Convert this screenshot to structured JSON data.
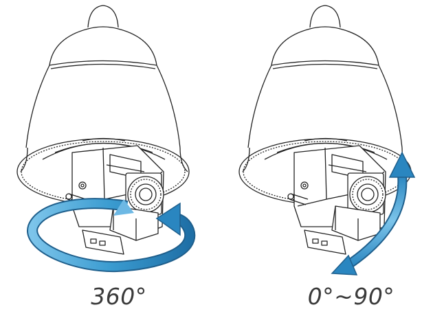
{
  "panels": [
    {
      "caption": "360°",
      "motion": "pan-rotation",
      "arrow_color": "#2f8fc4"
    },
    {
      "caption": "0°~90°",
      "motion": "tilt",
      "arrow_color": "#2f8fc4"
    }
  ]
}
